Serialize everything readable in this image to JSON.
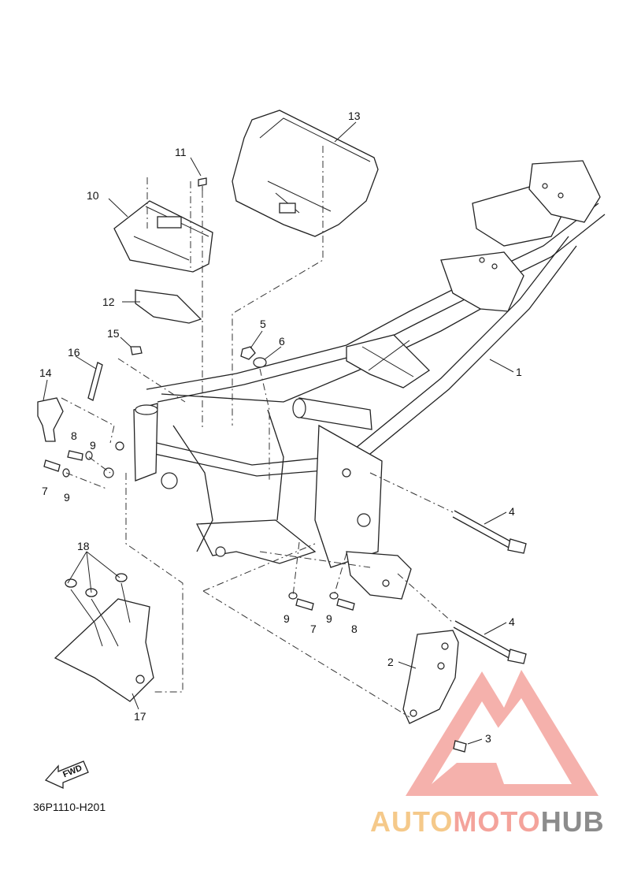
{
  "diagram_code": "36P1110-H201",
  "fwd_marker": {
    "label": "FWD",
    "icon": "fwd-arrow-icon"
  },
  "watermark": {
    "text_part1": "AUTO",
    "text_part2": "MOTO",
    "text_part3": "HUB",
    "icon": "triangle-logo-icon",
    "colors": {
      "part1": "#f5c98a",
      "part2": "#f4a39b",
      "part3": "#8c8c8c",
      "logo": "#f08c84"
    }
  },
  "part_labels": [
    "1",
    "2",
    "3",
    "4",
    "4",
    "5",
    "6",
    "7",
    "7",
    "8",
    "8",
    "9",
    "9",
    "9",
    "9",
    "10",
    "11",
    "12",
    "13",
    "14",
    "15",
    "16",
    "17",
    "18"
  ]
}
